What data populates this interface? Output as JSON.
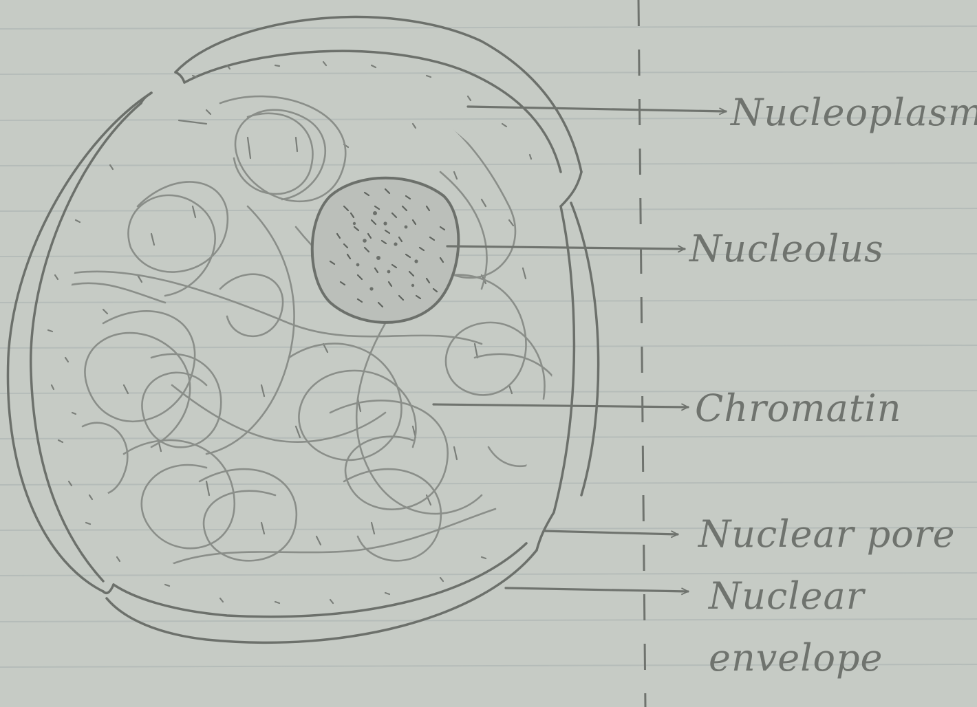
{
  "diagram": {
    "labels": {
      "nucleoplasm": "Nucleoplasm",
      "nucleolus": "Nucleolus",
      "chromatin": "Chromatin",
      "nuclear_pore": "Nuclear pore",
      "nuclear_envelope_line1": "Nuclear",
      "nuclear_envelope_line2": "envelope"
    },
    "colors": {
      "paper": "#c6cbc5",
      "ruled_line": "#aeb6b4",
      "pencil": "#7a7e79",
      "pencil_dark": "#5f635e"
    }
  }
}
